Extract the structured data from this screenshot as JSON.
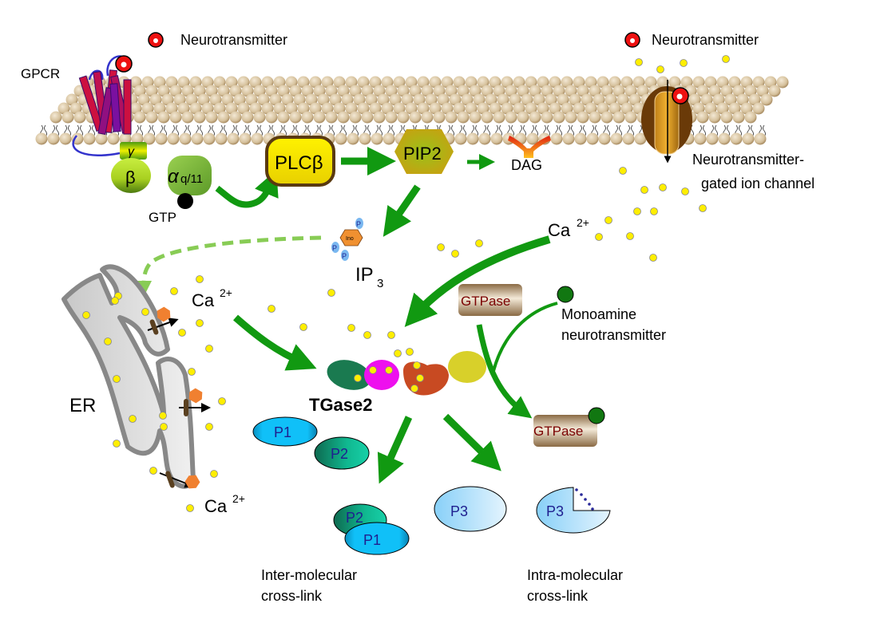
{
  "labels": {
    "gpcr": "GPCR",
    "neurotransmitter_left": "Neurotransmitter",
    "neurotransmitter_right": "Neurotransmitter",
    "gamma": "γ",
    "beta": "β",
    "alpha": "α",
    "alpha_sub": "q/11",
    "gtp": "GTP",
    "plcb": "PLCβ",
    "pip2": "PIP2",
    "dag": "DAG",
    "ip3": "IP",
    "ip3_sub": "3",
    "ino": "Ino",
    "phosphate": "P",
    "ion_channel_line1": "Neurotransmitter-",
    "ion_channel_line2": "gated ion channel",
    "ca_right": "Ca",
    "ca_er_top": "Ca",
    "ca_er_bottom": "Ca",
    "ca_sup": "2+",
    "er": "ER",
    "gtpase_top": "GTPase",
    "gtpase_bottom": "GTPase",
    "monoamine_line1": "Monoamine",
    "monoamine_line2": "neurotransmitter",
    "tgase2": "TGase2",
    "p1": "P1",
    "p2": "P2",
    "p3": "P3",
    "inter_line1": "Inter-molecular",
    "inter_line2": "cross-link",
    "intra_line1": "Intra-molecular",
    "intra_line2": "cross-link"
  },
  "colors": {
    "arrow_green": "#119911",
    "dashed_arrow": "#88cc55",
    "calcium": "#ffee00",
    "neurotransmitter_red": "#ee1111",
    "monoamine_green": "#117711",
    "membrane_head": "#d8c4a0",
    "gtpase_text": "#7a0000"
  }
}
